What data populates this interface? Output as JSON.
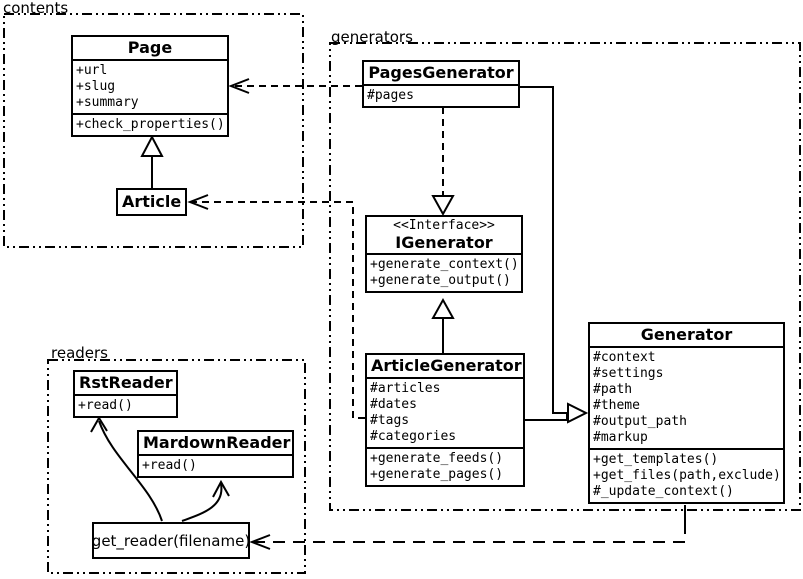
{
  "colors": {
    "ink": "#000000",
    "background": "#ffffff"
  },
  "packages": {
    "contents": {
      "label": "contents"
    },
    "generators": {
      "label": "generators"
    },
    "readers": {
      "label": "readers"
    }
  },
  "classes": {
    "page": {
      "name": "Page",
      "attributes": [
        "+url",
        "+slug",
        "+summary"
      ],
      "methods": [
        "+check_properties()"
      ]
    },
    "article": {
      "name": "Article"
    },
    "pages_generator": {
      "name": "PagesGenerator",
      "attributes": [
        "#pages"
      ]
    },
    "igenerator": {
      "stereotype": "<<Interface>>",
      "name": "IGenerator",
      "methods": [
        "+generate_context()",
        "+generate_output()"
      ]
    },
    "article_generator": {
      "name": "ArticleGenerator",
      "attributes": [
        "#articles",
        "#dates",
        "#tags",
        "#categories"
      ],
      "methods": [
        "+generate_feeds()",
        "+generate_pages()"
      ]
    },
    "generator": {
      "name": "Generator",
      "attributes": [
        "#context",
        "#settings",
        "#path",
        "#theme",
        "#output_path",
        "#markup"
      ],
      "methods": [
        "+get_templates()",
        "+get_files(path,exclude)",
        "#_update_context()"
      ]
    },
    "rst_reader": {
      "name": "RstReader",
      "methods": [
        "+read()"
      ]
    },
    "mardown_reader": {
      "name": "MardownReader",
      "methods": [
        "+read()"
      ]
    }
  },
  "nodes": {
    "get_reader": {
      "label": "get_reader(filename)"
    }
  }
}
